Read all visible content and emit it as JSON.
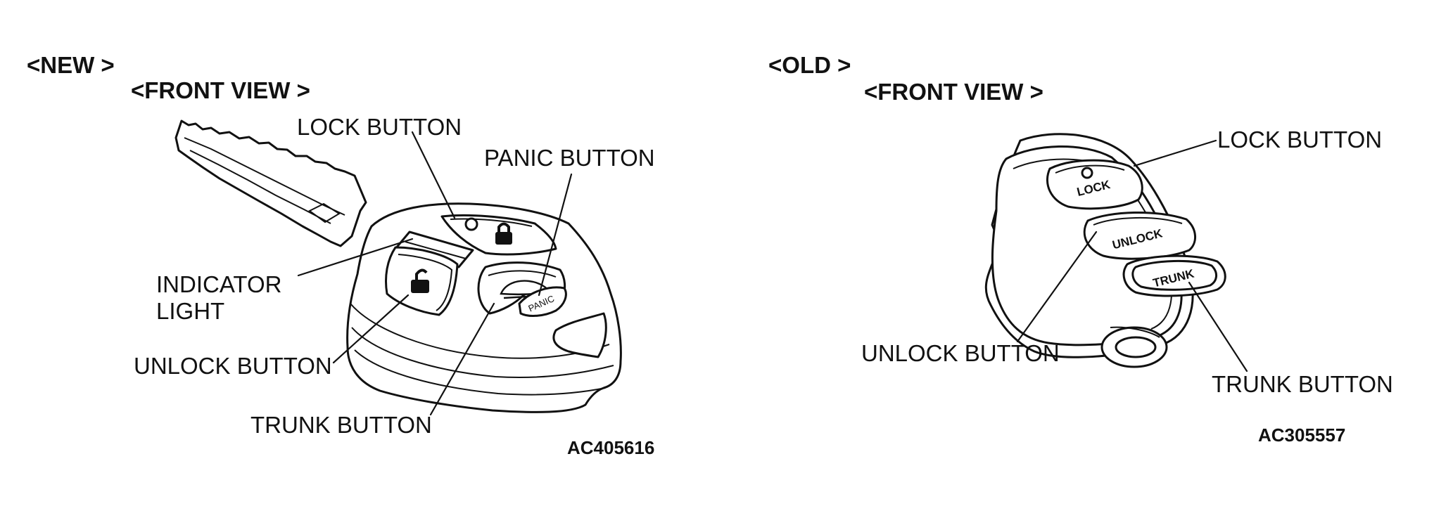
{
  "new": {
    "header": "<NEW >",
    "view": "<FRONT VIEW >",
    "labels": {
      "lock": "LOCK BUTTON",
      "panic": "PANIC BUTTON",
      "indicator_1": "INDICATOR",
      "indicator_2": "LIGHT",
      "unlock": "UNLOCK BUTTON",
      "trunk": "TRUNK BUTTON"
    },
    "panic_key": "PANIC",
    "code": "AC405616"
  },
  "old": {
    "header": "<OLD >",
    "view": "<FRONT VIEW >",
    "labels": {
      "lock": "LOCK BUTTON",
      "unlock": "UNLOCK BUTTON",
      "trunk": "TRUNK BUTTON"
    },
    "keys": {
      "lock": "LOCK",
      "unlock": "UNLOCK",
      "trunk": "TRUNK"
    },
    "code": "AC305557"
  }
}
